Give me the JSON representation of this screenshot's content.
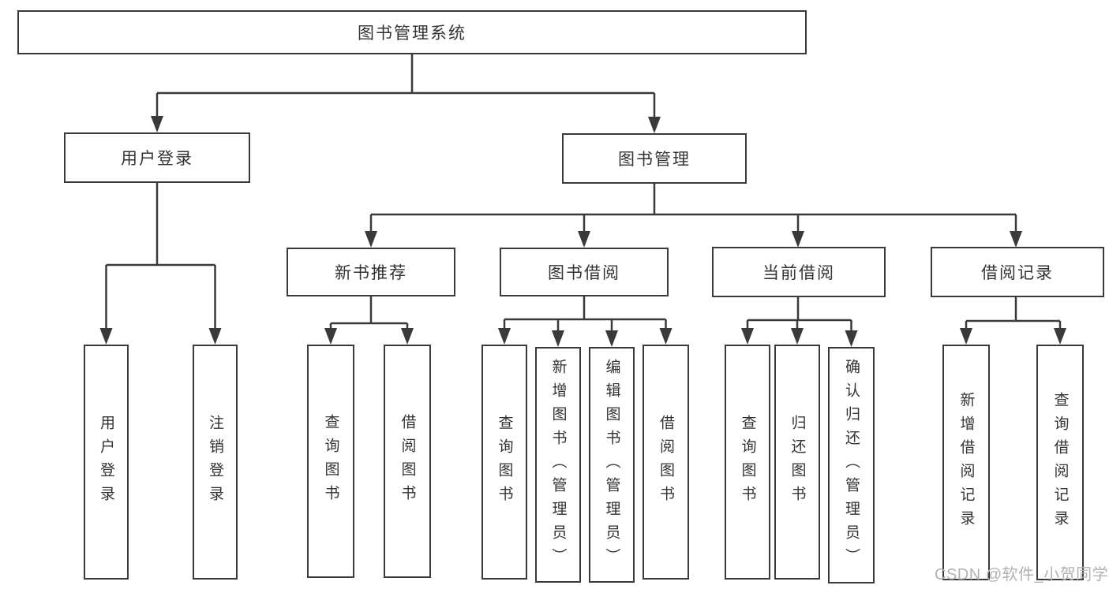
{
  "nodes": {
    "root": "图书管理系统",
    "login": "用户登录",
    "mgmt": "图书管理",
    "rec": "新书推荐",
    "borrow": "图书借阅",
    "current": "当前借阅",
    "records": "借阅记录",
    "leaf_login": "用户登录",
    "leaf_logout": "注销登录",
    "rec_query": "查询图书",
    "rec_borrow": "借阅图书",
    "borrow_query": "查询图书",
    "borrow_add": "新增图书（管理员）",
    "borrow_edit": "编辑图书（管理员）",
    "borrow_borrow": "借阅图书",
    "current_query": "查询图书",
    "current_return": "归还图书",
    "current_confirm": "确认归还（管理员）",
    "records_add": "新增借阅记录",
    "records_query": "查询借阅记录"
  },
  "watermark": "CSDN @软件_小贺同学",
  "colors": {
    "line": "#3a3a3a",
    "text": "#333333",
    "watermark": "#b2b2b2",
    "background": "#ffffff"
  }
}
